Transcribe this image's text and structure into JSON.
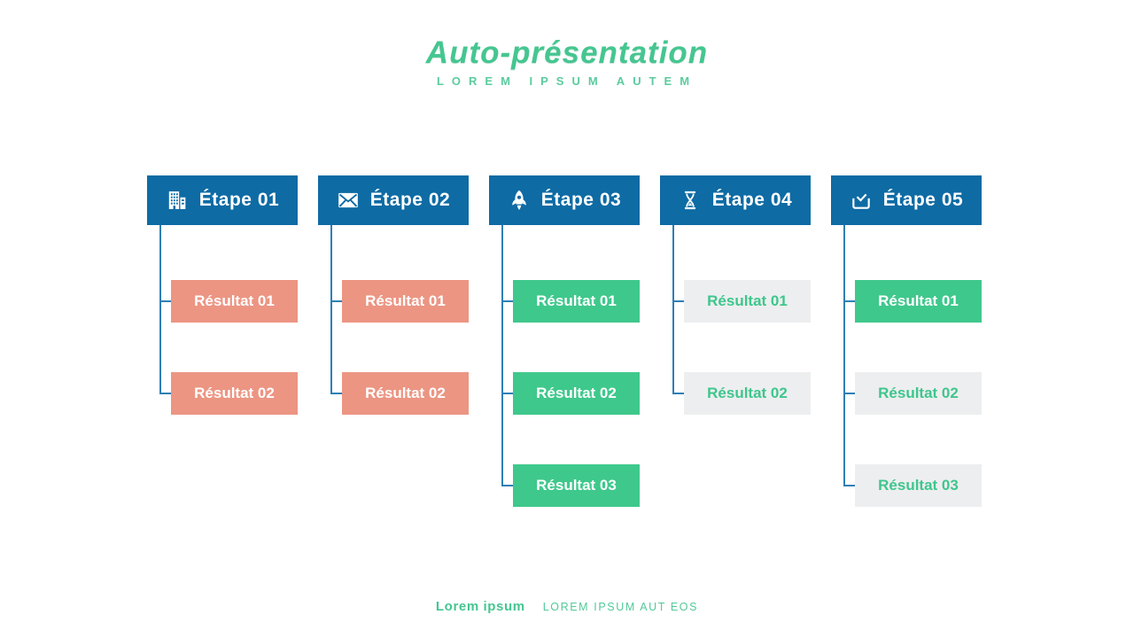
{
  "header": {
    "title": "Auto-présentation",
    "subtitle": "LOREM IPSUM AUTEM"
  },
  "columns": [
    {
      "title": "Étape 01",
      "icon": "building-icon",
      "results": [
        "Résultat 01",
        "Résultat 02"
      ]
    },
    {
      "title": "Étape 02",
      "icon": "envelope-icon",
      "results": [
        "Résultat 01",
        "Résultat 02"
      ]
    },
    {
      "title": "Étape 03",
      "icon": "rocket-icon",
      "results": [
        "Résultat 01",
        "Résultat 02",
        "Résultat 03"
      ]
    },
    {
      "title": "Étape 04",
      "icon": "hourglass-icon",
      "results": [
        "Résultat 01",
        "Résultat 02"
      ]
    },
    {
      "title": "Étape 05",
      "icon": "inbox-check-icon",
      "results": [
        "Résultat 01",
        "Résultat 02",
        "Résultat 03"
      ]
    }
  ],
  "footer": {
    "brand": "Lorem ipsum",
    "tagline": "LOREM IPSUM AUT EOS"
  },
  "colors": {
    "header_blue": "#0E6BA4",
    "connector_blue": "#2E7FB5",
    "salmon": "#EC9583",
    "green": "#3FC88C",
    "muted_gray": "#EDEEEF",
    "muted_text_green": "#3EC68D",
    "title_green": "#45C690",
    "subtitle_green": "#5BCB9E"
  }
}
